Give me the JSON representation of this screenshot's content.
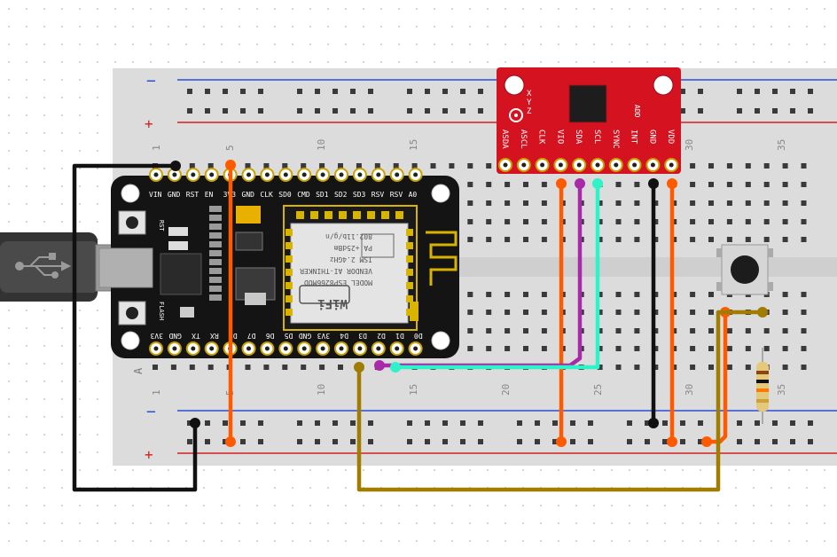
{
  "breadboard": {
    "rail_minus": "−",
    "rail_plus": "+",
    "row_label_a": "A",
    "col_top": [
      "1",
      "5",
      "10",
      "15",
      "30",
      "35"
    ],
    "col_bottom": [
      "1",
      "5",
      "10",
      "15",
      "20",
      "25",
      "30",
      "35"
    ]
  },
  "mcu": {
    "pins_top": [
      "VIN",
      "GND",
      "RST",
      "EN",
      "3V3",
      "GND",
      "CLK",
      "SD0",
      "CMD",
      "SD1",
      "SD2",
      "SD3",
      "RSV",
      "RSV",
      "A0"
    ],
    "pins_bottom": [
      "3V3",
      "GND",
      "TX",
      "RX",
      "D8",
      "D7",
      "D6",
      "D5",
      "GND",
      "3V3",
      "D4",
      "D3",
      "D2",
      "D1",
      "D0"
    ],
    "btn_rst": "RST",
    "btn_flash": "FLASH",
    "module_lines": [
      "MODEL ESP8266MOD",
      "VENDOR AI-THINKER",
      "ISM 2.4GHz",
      "PA +25dBm",
      "802.11b/g/n"
    ],
    "wifi_text": "WiFi"
  },
  "sensor": {
    "pins": [
      "ASDA",
      "ASCL",
      "CLK",
      "VIO",
      "SDA",
      "SCL",
      "SYNC",
      "INT",
      "GND",
      "VDD"
    ],
    "axes": [
      "X",
      "Y",
      "Z"
    ],
    "addr": "ADD"
  },
  "colors": {
    "wire_orange": "#ff5a00",
    "wire_black": "#111111",
    "wire_purple": "#a92aa8",
    "wire_teal": "#2ef2c8",
    "wire_olive": "#a07d00",
    "board_red": "#d5121f",
    "mcu_black": "#141414"
  }
}
